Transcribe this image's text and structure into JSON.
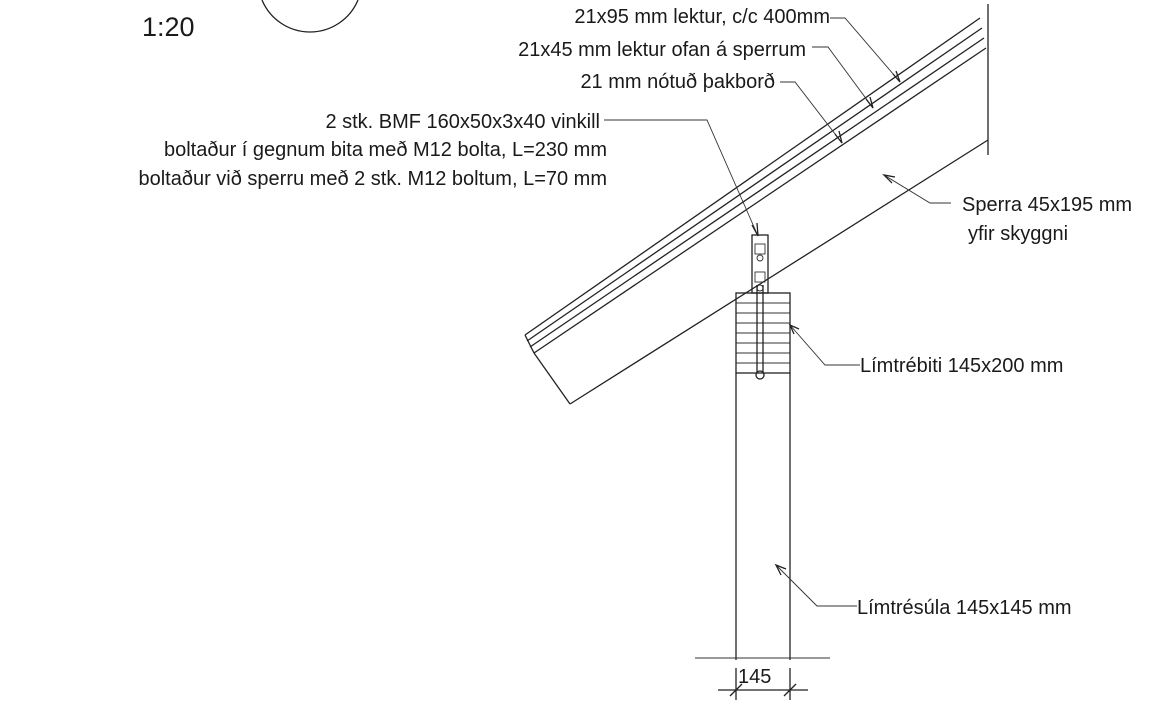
{
  "scale": "1:20",
  "labels": {
    "lektur_cc": "21x95 mm lektur, c/c 400mm",
    "lektur_ofan": "21x45 mm lektur ofan á sperrum",
    "thakbord": "21 mm nótuð þakborð",
    "vinkill_line1": "2 stk. BMF 160x50x3x40 vinkill",
    "vinkill_line2": "boltaður í gegnum bita með M12 bolta, L=230 mm",
    "vinkill_line3": "boltaður við sperru með 2 stk. M12 boltum, L=70 mm",
    "sperra_line1": "Sperra 45x195 mm",
    "sperra_line2": "yfir skyggni",
    "bitil": "Límtrébiti 145x200 mm",
    "sula": "Límtrésúla 145x145 mm",
    "dimension": "145"
  },
  "colors": {
    "ink": "#1a1a1a",
    "paper": "#ffffff"
  }
}
